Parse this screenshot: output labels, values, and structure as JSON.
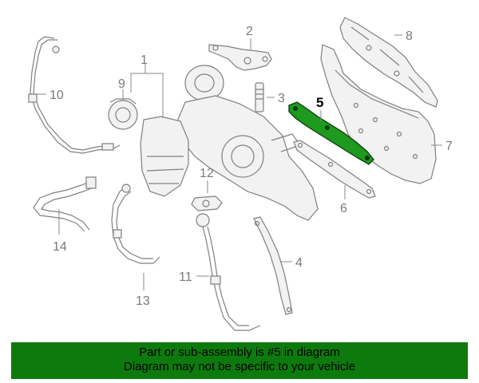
{
  "callouts": {
    "c1": "1",
    "c2": "2",
    "c3": "3",
    "c4": "4",
    "c5": "5",
    "c6": "6",
    "c7": "7",
    "c8": "8",
    "c9": "9",
    "c10": "10",
    "c11": "11",
    "c12": "12",
    "c13": "13",
    "c14": "14"
  },
  "banner": {
    "line1": "Part or sub-assembly is #5 in diagram",
    "line2": "Diagram may not be specific to your vehicle"
  },
  "colors": {
    "highlight_part": "#1e9a1e",
    "banner_bg": "#0d7a0d",
    "line_art": "#7f7f7f"
  }
}
